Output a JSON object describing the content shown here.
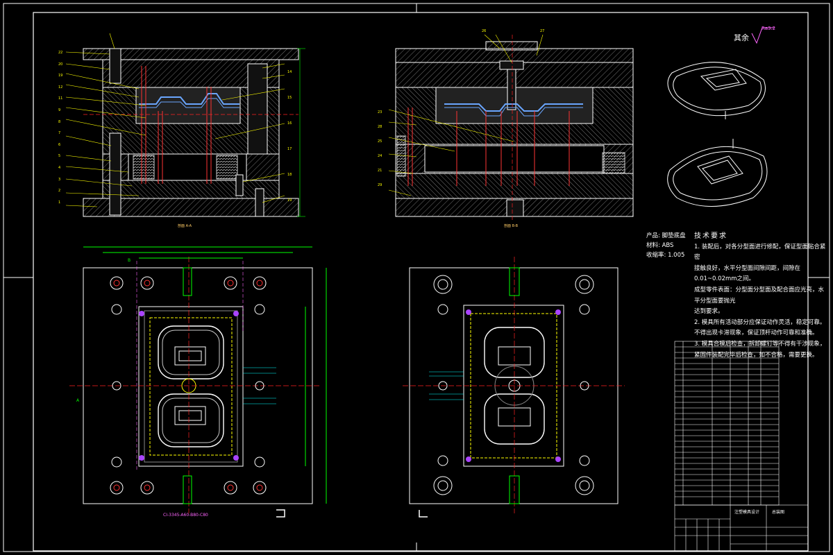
{
  "drawing": {
    "product_label": "产品: 脚垫底盘",
    "material_label": "材料: ABS",
    "shrinkage_label": "收缩率: 1.005",
    "roughness_label": "其余",
    "roughness_value": "Ra3.2",
    "requirements_title": "技术要求",
    "requirements": [
      "1. 装配后，对各分型面进行修配，保证型面贴合紧密",
      "接触良好，水平分型面间隙间距，间隙在",
      "0.01~0.02mm之间。",
      "成型零件表面：分型面分型面及配合面应光亮，水平分型面要抛光",
      "达到要求。",
      "2. 模具所有活动部分应保证动作灵活，稳定可靠。",
      "不得出现卡滞现象，保证顶杆动作可靠和准确。",
      "3. 模具合模后检查，拆卸螺钉等不得有干涉现象，",
      "紧固件装配完毕后检查，如不合格，需要更换。"
    ],
    "section_a_label": "剖面 A-A",
    "section_b_label": "剖面 B-B",
    "callouts_left": [
      "22",
      "20",
      "19",
      "12",
      "11",
      "9",
      "8",
      "7",
      "6",
      "5",
      "4",
      "3",
      "2",
      "1"
    ],
    "callouts_right_of_a": [
      "14",
      "15",
      "16",
      "17",
      "18",
      "19"
    ],
    "callouts_b": [
      "26",
      "27",
      "23",
      "28",
      "25",
      "24",
      "21",
      "29"
    ],
    "bottom_mold_label": "CI-3345-A60-B80-C80",
    "title_block_label": "注塑模具设计",
    "title_block_name": "总装图",
    "markers": {
      "a": "A",
      "b": "B"
    }
  }
}
